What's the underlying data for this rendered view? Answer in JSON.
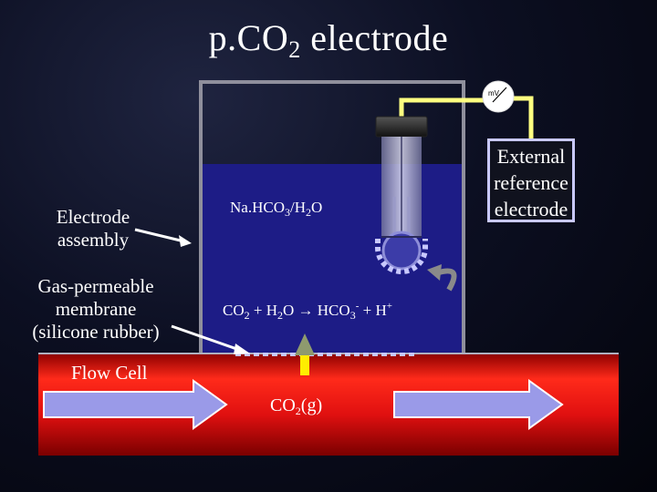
{
  "title": {
    "prefix": "p.CO",
    "subscript": "2",
    "suffix": " electrode"
  },
  "labels": {
    "electrode_assembly": [
      "Electrode",
      "assembly"
    ],
    "membrane": [
      "Gas-permeable",
      "membrane",
      "(silicone rubber)"
    ],
    "flow_cell": "Flow Cell",
    "reference": [
      "External",
      "reference",
      "electrode"
    ],
    "meter": "mV"
  },
  "chemistry": {
    "solution": {
      "a": "Na.HCO",
      "a_sub": "3",
      "b": "/H",
      "b_sub": "2",
      "c": "O"
    },
    "reaction": {
      "co2": "CO",
      "co2_sub": "2",
      "plus1": " + H",
      "h2o_sub": "2",
      "o": "O ",
      "arrow": "→",
      "hco": " HCO",
      "hco_sub": "3",
      "hco_sup": "-",
      "plus2": " + H",
      "h_sup": "+"
    },
    "gas": {
      "a": "CO",
      "a_sub": "2",
      "b": "(g)"
    }
  },
  "colors": {
    "solution": "#1d1c86",
    "wire": "#ffff80",
    "flow": "#d01010",
    "arrow_fill": "#9a9ae8"
  }
}
